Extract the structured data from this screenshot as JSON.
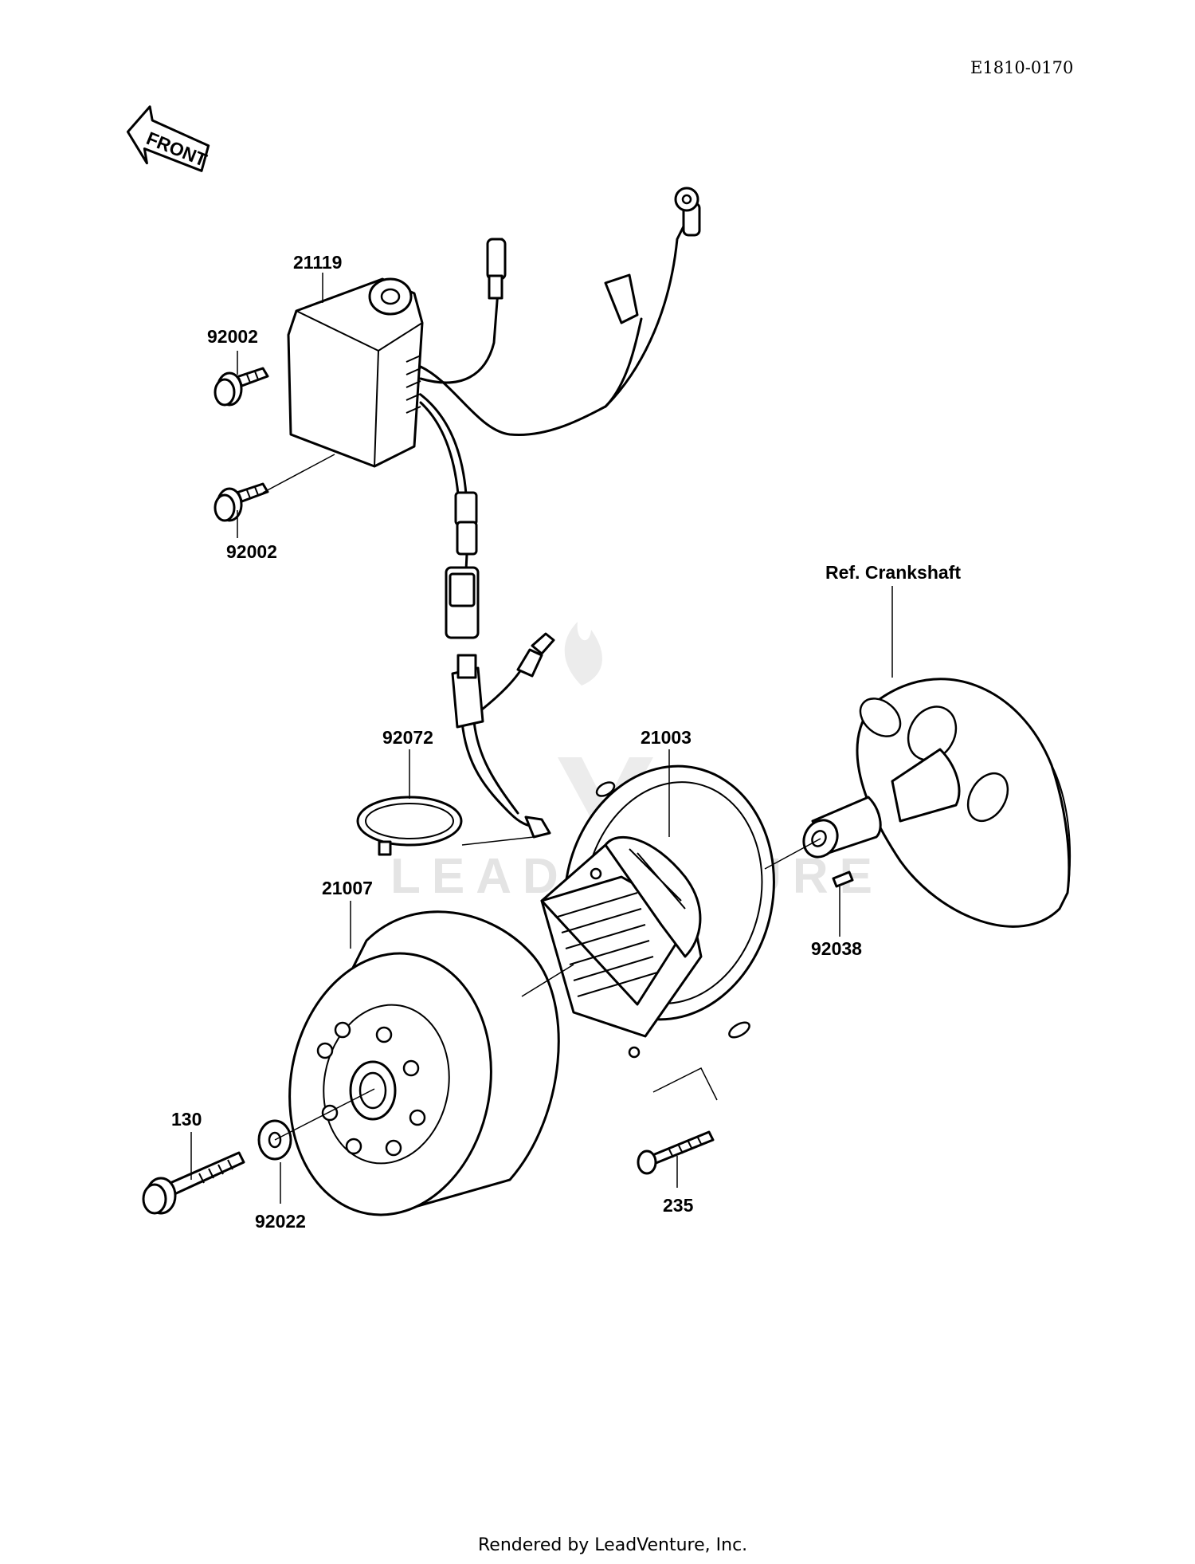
{
  "diagram": {
    "code": "E1810-0170",
    "front_label": "FRONT",
    "reference_label": "Ref. Crankshaft",
    "watermark": "LEADVENTURE",
    "footer": "Rendered by LeadVenture, Inc.",
    "parts": [
      {
        "id": "cdi-unit",
        "number": "21119"
      },
      {
        "id": "bolt-cdi-upper",
        "number": "92002"
      },
      {
        "id": "bolt-cdi-lower",
        "number": "92002"
      },
      {
        "id": "wire-clamp",
        "number": "92072"
      },
      {
        "id": "stator",
        "number": "21003"
      },
      {
        "id": "flywheel-rotor",
        "number": "21007"
      },
      {
        "id": "woodruff-key",
        "number": "92038"
      },
      {
        "id": "flywheel-bolt",
        "number": "130"
      },
      {
        "id": "washer",
        "number": "92022"
      },
      {
        "id": "stator-screw",
        "number": "235"
      }
    ]
  }
}
